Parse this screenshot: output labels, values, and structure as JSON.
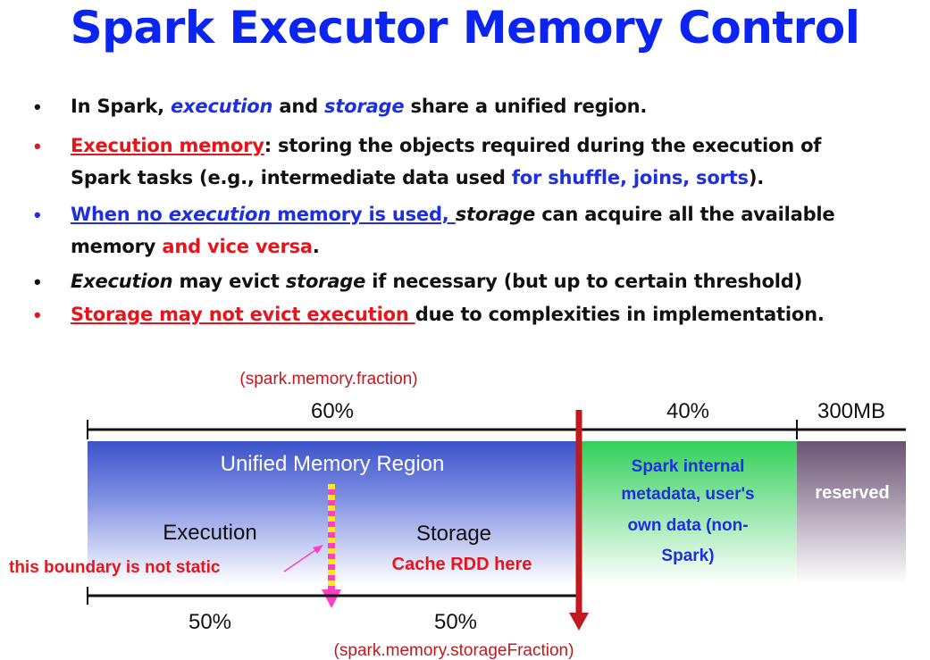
{
  "title": "Spark Executor Memory Control",
  "bullets": {
    "b1": {
      "p1": "In Spark, ",
      "p2": "execution",
      "p3": " and ",
      "p4": "storage",
      "p5": " share a unified region."
    },
    "b2": {
      "p1": "Execution memory",
      "p2": ": storing the objects required during the execution of",
      "p3": "Spark tasks (e.g.,  intermediate data used ",
      "p4": "for shuffle, joins, sorts",
      "p5": ")."
    },
    "b3": {
      "p1": "When no ",
      "p2": "execution",
      "p3": " memory is used, ",
      "p4": "storage",
      "p5": " can acquire all the available",
      "p6": "memory",
      "p7": " and vice versa",
      "p8": "."
    },
    "b4": {
      "p1": "Execution",
      "p2": " may evict ",
      "p3": "storage",
      "p4": " if necessary (but up to certain threshold)"
    },
    "b5": {
      "p1": "Storage may not evict execution ",
      "p2": "due to complexities in implementation."
    }
  },
  "diagram": {
    "fraction_param": "(spark.memory.fraction)",
    "pct_60": "60%",
    "pct_40": "40%",
    "size_300mb": "300MB",
    "unified_region": "Unified Memory Region",
    "execution": "Execution",
    "storage": "Storage",
    "cache_rdd": "Cache RDD here",
    "internal_l1": "Spark internal",
    "internal_l2": "metadata, user's",
    "internal_l3": "own data (non-",
    "internal_l4": "Spark)",
    "reserved": "reserved",
    "boundary_note": "this boundary is not static",
    "pct_50_left": "50%",
    "pct_50_right": "50%",
    "storage_fraction_param": "(spark.memory.storageFraction)"
  },
  "colors": {
    "title_blue": "#0b24f2",
    "text_blue": "#1d2fe0",
    "text_red": "#e8141b",
    "dark_red": "#c0191e",
    "unified_blue": "#3b53c9",
    "metadata_green": "#33d05a",
    "reserved_purple": "#6a5273",
    "boundary_magenta": "#ff3ec8",
    "boundary_yellow": "#f6ea1c"
  }
}
